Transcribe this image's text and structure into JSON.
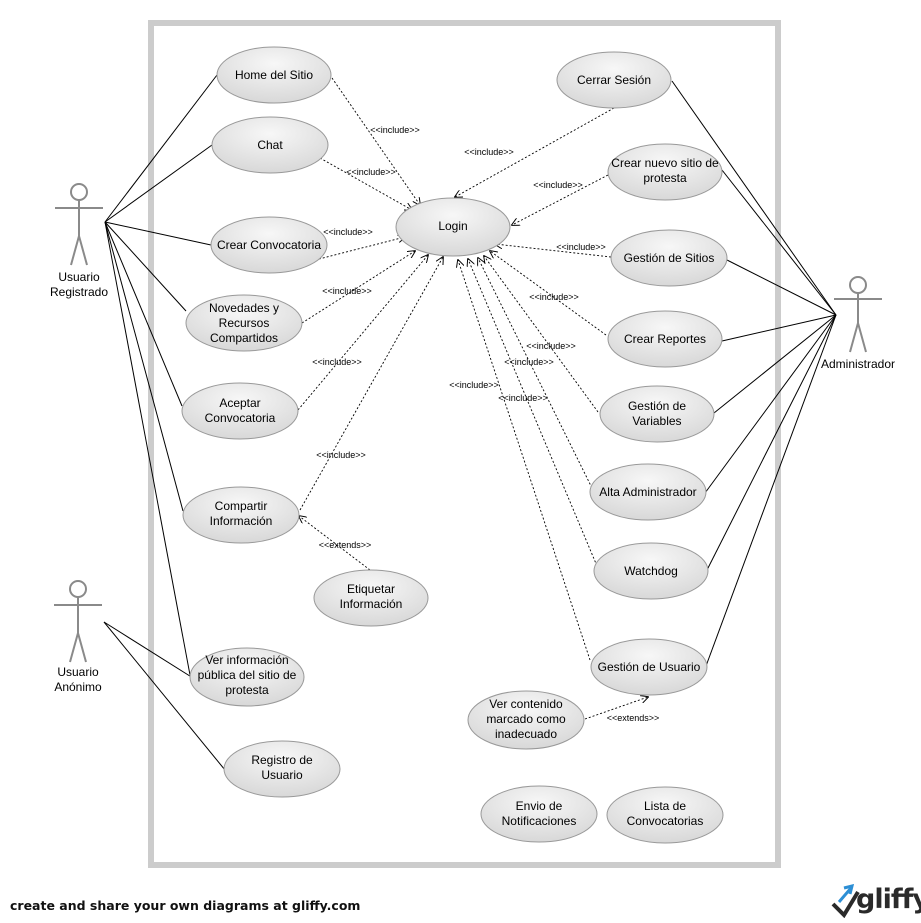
{
  "use_cases": {
    "home": "Home  del  Sitio",
    "chat": "Chat",
    "crear_convocatoria": "Crear Convocatoria",
    "novedades": [
      "Novedades y",
      "Recursos",
      "Compartidos"
    ],
    "aceptar": [
      "Aceptar",
      "Convocatoria"
    ],
    "compartir": [
      "Compartir",
      "Información"
    ],
    "etiquetar": [
      "Etiquetar",
      "Información"
    ],
    "ver_info": [
      "Ver información",
      "pública del sitio de",
      "protesta"
    ],
    "registro": [
      "Registro de",
      "Usuario"
    ],
    "login": "Login",
    "cerrar": "Cerrar Sesión",
    "crear_sitio": [
      "Crear nuevo sitio de",
      "protesta"
    ],
    "gestion_sitios": "Gestión de Sitios",
    "crear_reportes": "Crear Reportes",
    "gestion_variables": [
      "Gestión de",
      "Variables"
    ],
    "alta_admin": "Alta Administrador",
    "watchdog": "Watchdog",
    "gestion_usuario": "Gestión de Usuario",
    "ver_contenido": [
      "Ver contenido",
      "marcado como",
      "inadecuado"
    ],
    "envio": [
      "Envio de",
      "Notificaciones"
    ],
    "lista": [
      "Lista de",
      "Convocatorias"
    ]
  },
  "actors": {
    "registrado": [
      "Usuario",
      "Registrado"
    ],
    "anonimo": [
      "Usuario",
      "Anónimo"
    ],
    "admin": "Administrador"
  },
  "stereotypes": {
    "include": "<<include>>",
    "extends": "<<extends>>"
  },
  "footer": {
    "text": "create and share your own diagrams at gliffy.com",
    "logo": "gliffy"
  }
}
